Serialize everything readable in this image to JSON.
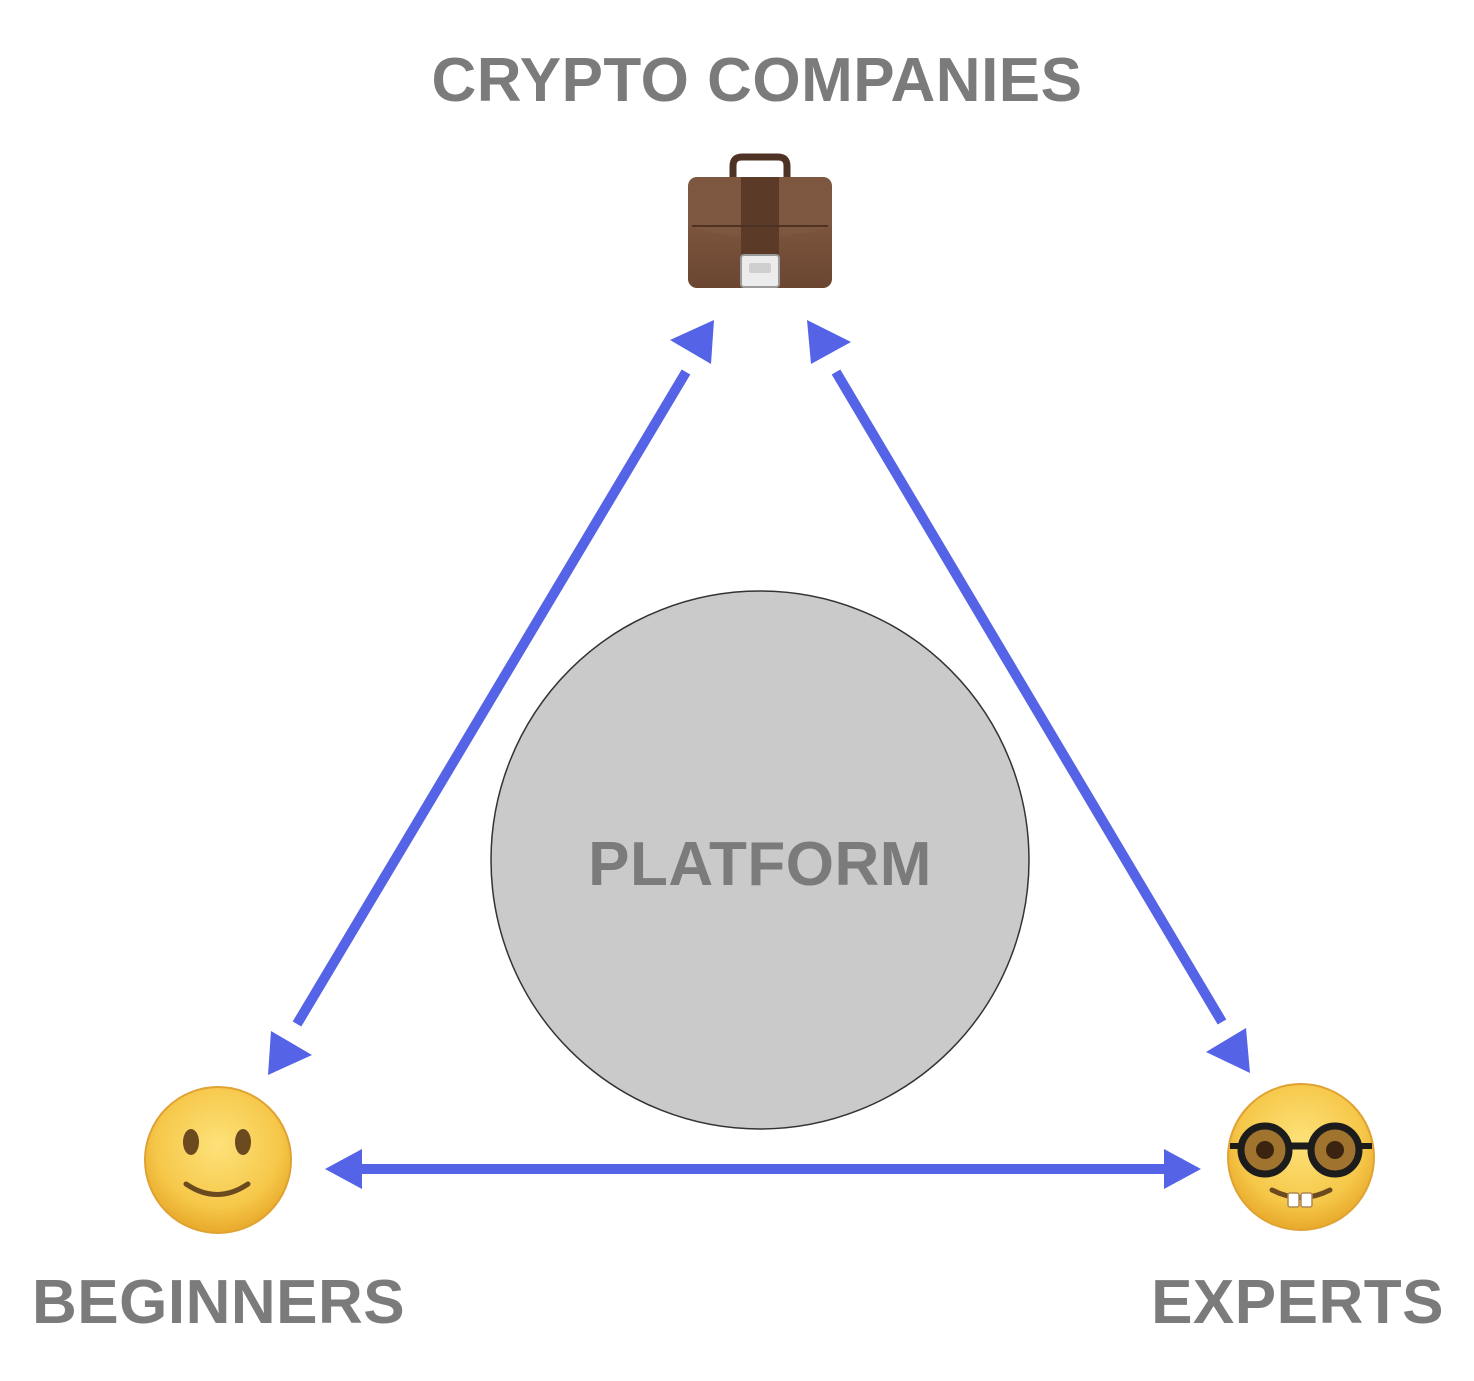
{
  "nodes": {
    "top": {
      "label": "CRYPTO COMPANIES",
      "icon": "briefcase-icon"
    },
    "left": {
      "label": "BEGINNERS",
      "icon": "smiling-face-icon"
    },
    "right": {
      "label": "EXPERTS",
      "icon": "nerd-face-icon"
    }
  },
  "center": {
    "label": "PLATFORM"
  },
  "colors": {
    "arrow": "#5563e6",
    "label": "#7b7b7b",
    "circle_fill": "#cacaca",
    "circle_stroke": "#333333"
  },
  "edges": [
    {
      "from": "top",
      "to": "left",
      "direction": "bidirectional"
    },
    {
      "from": "top",
      "to": "right",
      "direction": "bidirectional"
    },
    {
      "from": "left",
      "to": "right",
      "direction": "bidirectional"
    }
  ]
}
